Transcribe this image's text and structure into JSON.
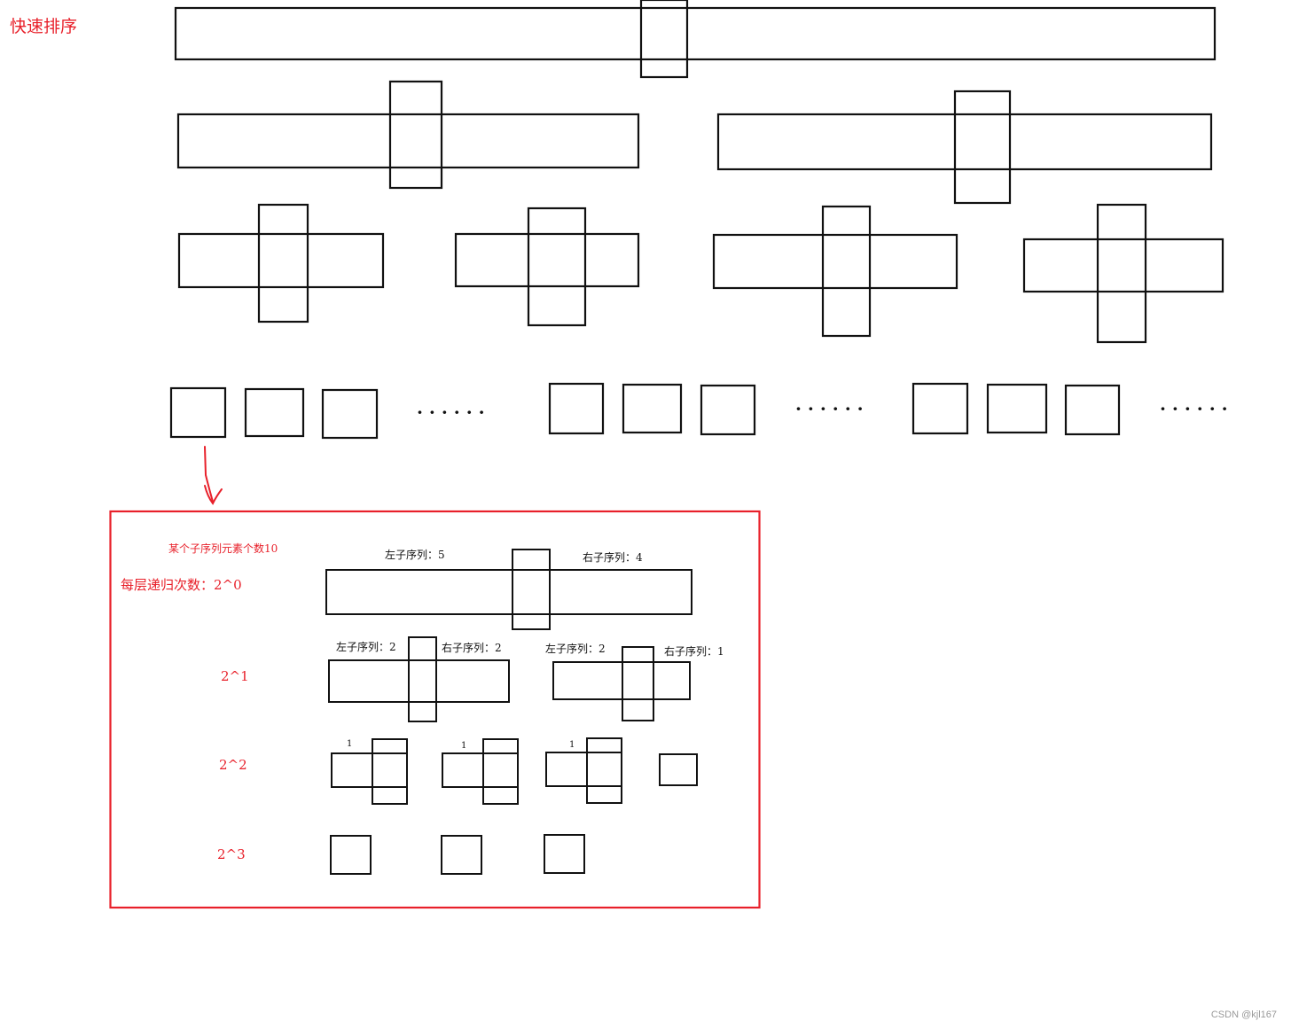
{
  "title": "快速排序",
  "ellipsis": "· · · · · ·",
  "detail": {
    "header": "某个子序列元素个数10",
    "recursion_label": "每层递归次数：2^0",
    "levels": [
      "2^1",
      "2^2",
      "2^3"
    ],
    "level0": {
      "left": "左子序列：5",
      "right": "右子序列：4"
    },
    "level1": {
      "a_left": "左子序列：2",
      "a_right": "右子序列：2",
      "b_left": "左子序列：2",
      "b_right": "右子序列：1"
    },
    "level2_counts": [
      "1",
      "1",
      "1"
    ]
  },
  "watermark": "CSDN @kjl167",
  "colors": {
    "accent": "#e8202a",
    "stroke": "#111111"
  }
}
